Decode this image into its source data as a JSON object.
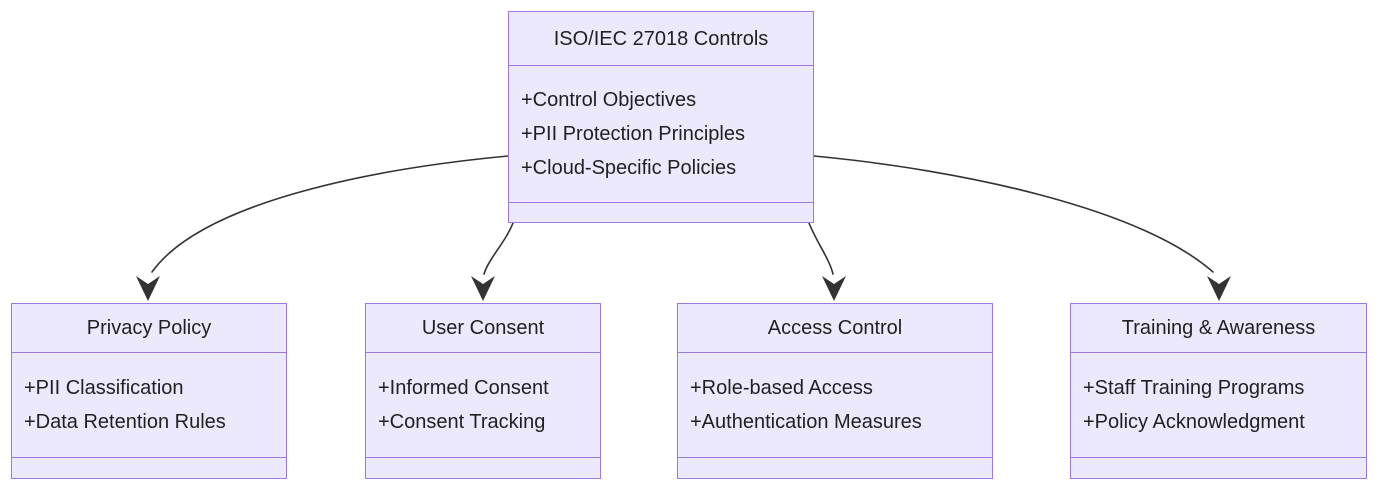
{
  "diagram": {
    "type": "uml-class-diagram",
    "title": "ISO/IEC 27018 Controls",
    "colors": {
      "node_fill": "#ece9fc",
      "node_border": "#9a7ae0",
      "text": "#1f2020",
      "edge": "#333333",
      "background": "#ffffff"
    },
    "root": {
      "name": "ISO/IEC 27018 Controls",
      "attributes": [
        "+Control Objectives",
        "+PII Protection Principles",
        "+Cloud-Specific Policies"
      ],
      "methods": []
    },
    "children": [
      {
        "name": "Privacy Policy",
        "attributes": [
          "+PII Classification",
          "+Data Retention Rules"
        ],
        "methods": []
      },
      {
        "name": "User Consent",
        "attributes": [
          "+Informed Consent",
          "+Consent Tracking"
        ],
        "methods": []
      },
      {
        "name": "Access Control",
        "attributes": [
          "+Role-based Access",
          "+Authentication Measures"
        ],
        "methods": []
      },
      {
        "name": "Training & Awareness",
        "attributes": [
          "+Staff Training Programs",
          "+Policy Acknowledgment"
        ],
        "methods": []
      }
    ],
    "edges": [
      {
        "from": "ISO/IEC 27018 Controls",
        "to": "Privacy Policy",
        "style": "curved-arrow"
      },
      {
        "from": "ISO/IEC 27018 Controls",
        "to": "User Consent",
        "style": "curved-arrow"
      },
      {
        "from": "ISO/IEC 27018 Controls",
        "to": "Access Control",
        "style": "curved-arrow"
      },
      {
        "from": "ISO/IEC 27018 Controls",
        "to": "Training & Awareness",
        "style": "curved-arrow"
      }
    ]
  }
}
